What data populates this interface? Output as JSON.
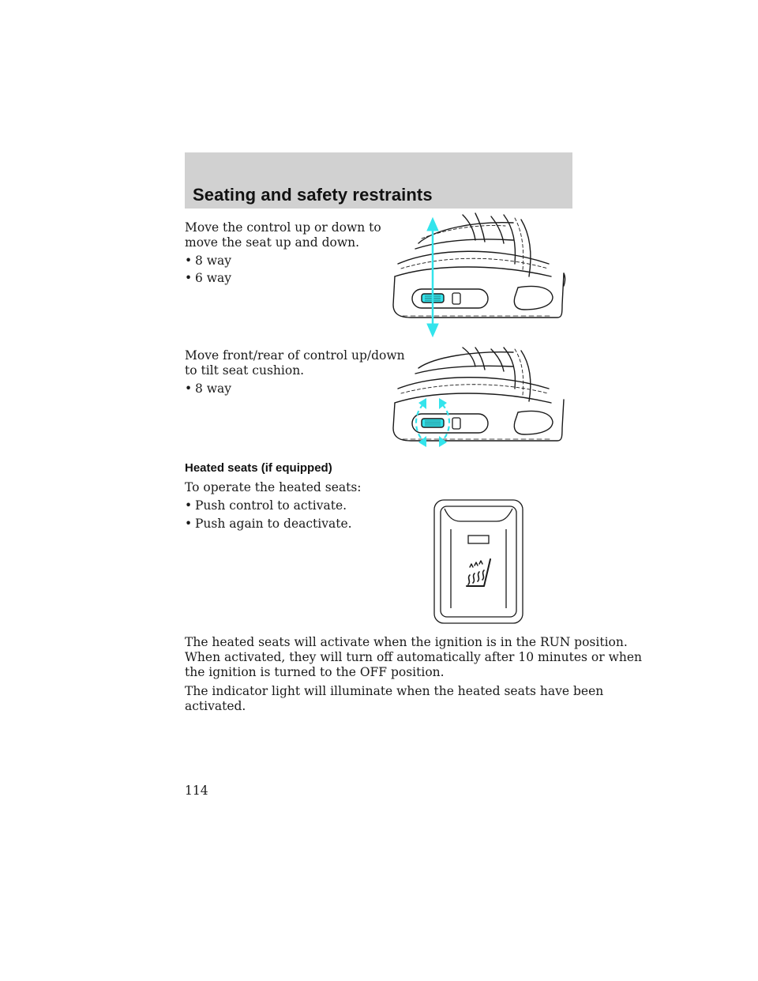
{
  "header": {
    "title": "Seating and safety restraints"
  },
  "seat_height": {
    "text_line1": "Move the control up or down to",
    "text_line2": "move the seat up and down.",
    "bullets": [
      "8 way",
      "6 way"
    ]
  },
  "seat_tilt": {
    "text_line1": "Move front/rear of control up/down",
    "text_line2": "to tilt seat cushion.",
    "bullets": [
      "8 way"
    ]
  },
  "heated_seats": {
    "heading": "Heated seats (if equipped)",
    "intro": "To operate the heated seats:",
    "bullets": [
      "Push control to activate.",
      "Push again to deactivate."
    ],
    "para1_line1": "The heated seats will activate when the ignition is in the RUN position.",
    "para1_line2": "When activated, they will turn off automatically after 10 minutes or when",
    "para1_line3": "the ignition is turned to the OFF position.",
    "para2_line1": "The indicator light will illuminate when the heated seats have been",
    "para2_line2": "activated."
  },
  "page_number": "114",
  "colors": {
    "arrow": "#33e4ec",
    "header_band": "#d1d1d1"
  }
}
